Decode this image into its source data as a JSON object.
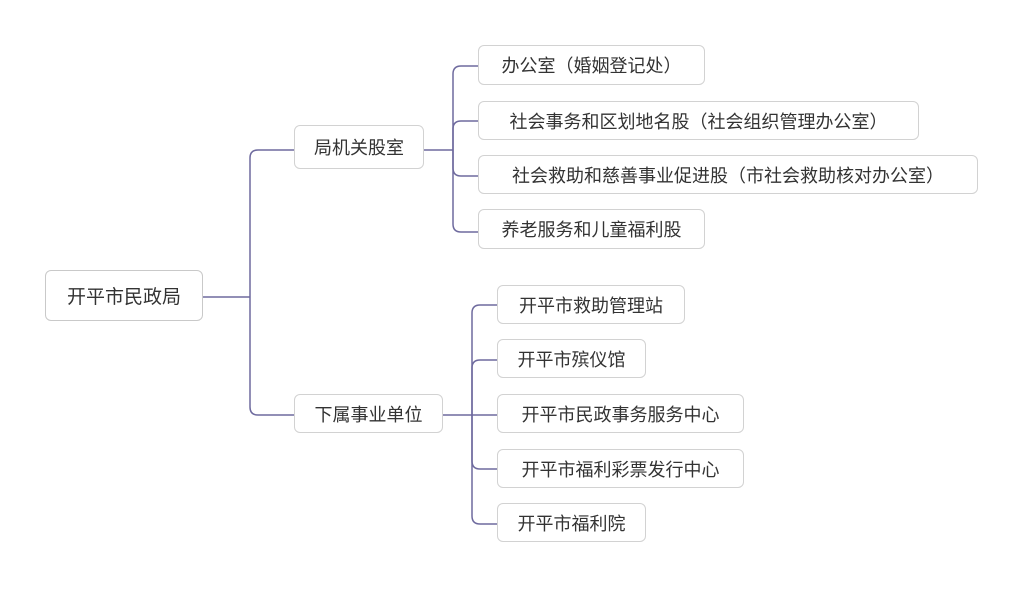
{
  "diagram": {
    "root": "开平市民政局",
    "branches": [
      {
        "label": "局机关股室",
        "children": [
          "办公室（婚姻登记处）",
          "社会事务和区划地名股（社会组织管理办公室）",
          "社会救助和慈善事业促进股（市社会救助核对办公室）",
          "养老服务和儿童福利股"
        ]
      },
      {
        "label": "下属事业单位",
        "children": [
          "开平市救助管理站",
          "开平市殡仪馆",
          "开平市民政事务服务中心",
          "开平市福利彩票发行中心",
          "开平市福利院"
        ]
      }
    ],
    "colors": {
      "connector": "#6e6a9e",
      "node_border": "#d2d2d2",
      "text": "#333333",
      "background": "#ffffff"
    }
  }
}
